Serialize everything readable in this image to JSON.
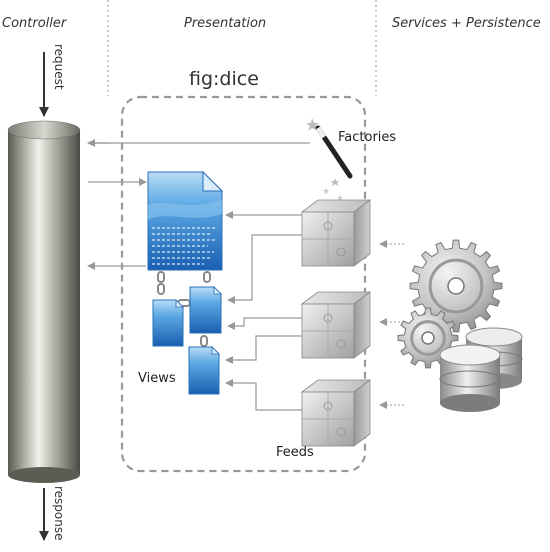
{
  "columns": {
    "controller": "Controller",
    "presentation": "Presentation",
    "services": "Services + Persistence"
  },
  "diagram": {
    "title": "fig:dice",
    "request_label": "request",
    "response_label": "response",
    "factories_label": "Factories",
    "views_label": "Views",
    "feeds_label": "Feeds"
  }
}
